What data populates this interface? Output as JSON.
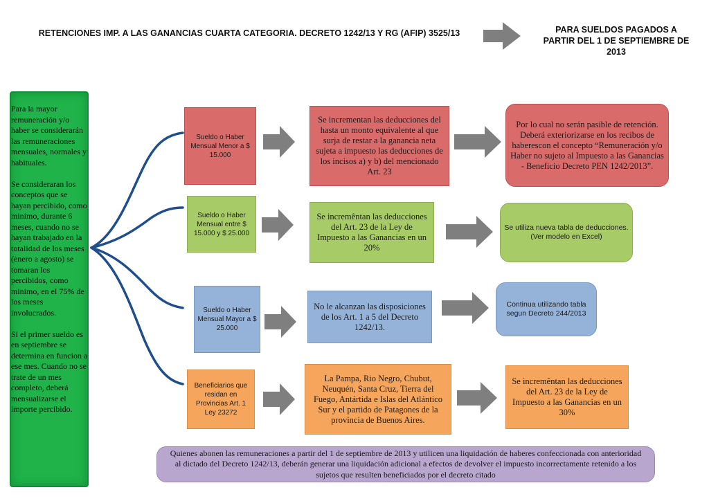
{
  "header": {
    "title": "RETENCIONES IMP. A LAS GANANCIAS CUARTA CATEGORIA. DECRETO 1242/13 Y RG (AFIP) 3525/13",
    "subtitle": "PARA SUELDOS PAGADOS A PARTIR DEL 1 DE SEPTIEMBRE DE 2013"
  },
  "sidebar": {
    "text": "Para la mayor remuneración y/o haber se considerarán las remuneraciones mensuales, normales y habituales.\n\nSe consideraran los conceptos que se hayan percibido, como minimo, durante 6 meses, cuando no se hayan trabajado en la totalidad de los meses (enero a agosto) se tomaran los percibidos, como minimo, en el 75% de los meses involucrados.\n\nSi el primer sueldo es en septiembre se determina en funcion a ese mes. Cuando no se trate de un mes completo, deberá mensualizarse el importe percibido."
  },
  "rows": [
    {
      "category": "Sueldo o Haber Mensual Menor a $ 15.000",
      "deduction": "Se incrementan las deducciones del hasta un monto equivalente al que surja de restar a la ganancia neta sujeta a impuesto las deducciones de los incisos a) y b) del mencionado Art. 23",
      "result": "Por lo cual no serán pasible de retención. Deberá exteriorizarse en los recibos de haberescon el concepto “Remuneración y/o Haber no sujeto al Impuesto a las Ganancias - Beneficio Decreto PEN 1242/2013”.",
      "color": "#d96b6b"
    },
    {
      "category": "Sueldo o Haber Mensual entre $ 15.000 y $ 25.000",
      "deduction": "Se incremêntan las deducciones del Art. 23 de la Ley de Impuesto a las Ganancias en un 20%",
      "result": "Se utiliza nueva tabla de deducciones. (Ver modelo en Excel)",
      "color": "#a7cb67"
    },
    {
      "category": "Sueldo o Haber Mensual Mayor a $ 25.000",
      "deduction": "No le alcanzan las disposiciones de los Art. 1 a 5 del Decreto 1242/13.",
      "result": "Continua utilizando tabla segun Decreto 244/2013",
      "color": "#95b3d8"
    },
    {
      "category": "Beneficiarios que residan en Provincias Art. 1 Ley 23272",
      "deduction": "La Pampa, Rio Negro, Chubut, Neuquén, Santa Cruz, Tierra del Fuego, Antártida e Islas del Atlántico Sur y el partido de Patagones de la provincia de Buenos Aires.",
      "result": "Se incremêntan las deducciones del Art. 23 de la Ley de Impuesto a las Ganancias en un 30%",
      "color": "#f6a65c"
    }
  ],
  "note": "Quienes abonen las remuneraciones a partir del 1 de septiembre de 2013 y utilicen una liquidación de haberes confeccionada con anterioridad al dictado del Decreto 1242/13, deberán generar una liquidación adicional a efectos de devolver el impuesto incorrectamente retenido a los sujetos que resulten beneficiados por el decreto citado",
  "colors": {
    "panel": "#1fb34a",
    "arrow": "#7f7f7f",
    "brace": "#1f4e8c",
    "note": "#b9a6cf"
  }
}
